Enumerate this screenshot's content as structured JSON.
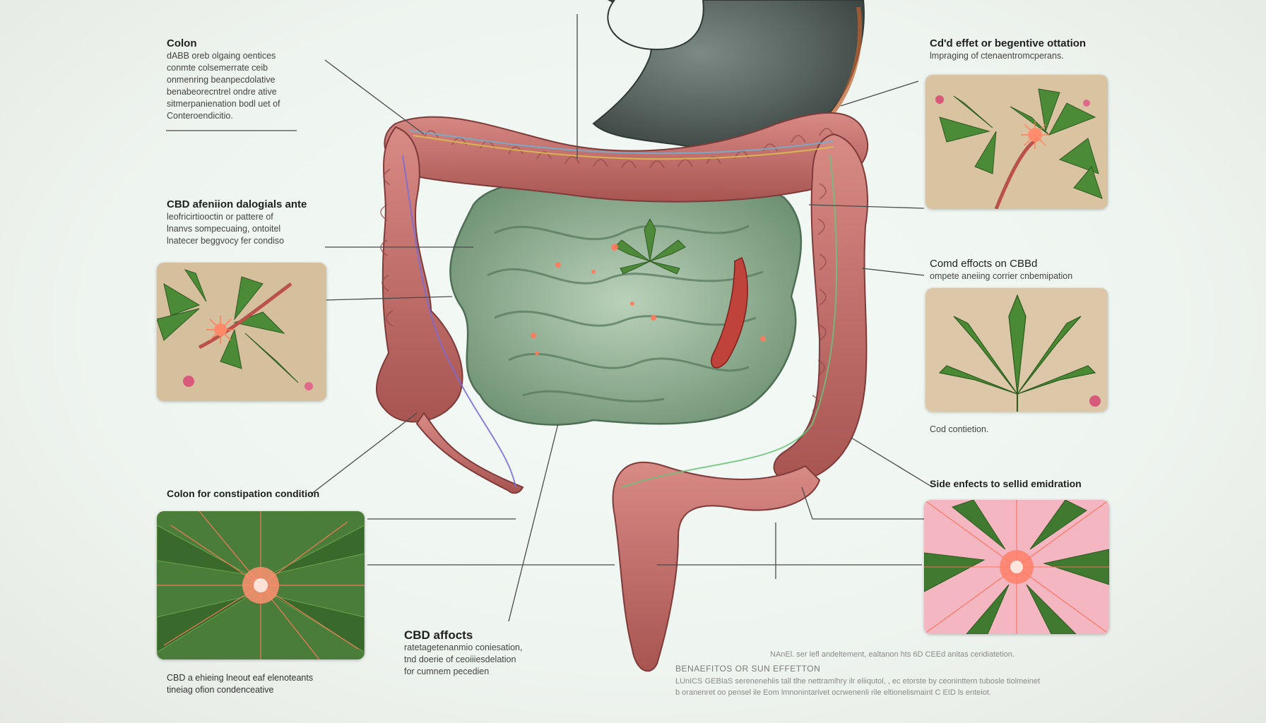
{
  "left_top": {
    "title": "Colon",
    "lines": [
      "dABB oreb olgaing oentices",
      "conmte colsemerrate ceib",
      "onmenring beanpecdolative",
      "benabeorecntrel ondre ative",
      "sitmerpanienation bodl uet of",
      "Conteroendicitio."
    ]
  },
  "left_mid": {
    "title": "CBD afeniion dalogials ante",
    "lines": [
      "leofricirtiooctin or pattere of",
      "lnanvs sompecuaing, ontoitel",
      "lnatecer beggvocy fer condiso"
    ]
  },
  "left_low": {
    "title": "Colon for constipation condition"
  },
  "left_bottom": {
    "lines": [
      "CBD a ehieing lneout eaf elenoteants",
      "tineiag ofion condenceative"
    ]
  },
  "center_bottom": {
    "title": "CBD affocts",
    "lines": [
      "ratetagetenanmio coniesation,",
      "tnd doerie of ceoiiiesdelation",
      "for cumnem pecedien"
    ]
  },
  "right_top": {
    "title": "Cd'd effet or begentive ottation",
    "subtitle": "lmpraging of ctenaentromcperans."
  },
  "right_mid": {
    "title": "Comd effocts on CBBd",
    "subtitle": "ompete aneiing corrier cnbemipation",
    "caption": "Cod contietion."
  },
  "right_low": {
    "title": "Side enfects to sellid emidration"
  },
  "footnote": {
    "top": "NAnEl. ser lefl andeltement, ealtanon hts 6D CEEd anitas ceridiatetion.",
    "heading": "BENAEFITOS OR SUN EFFETTON",
    "line1": "LUnICS GEBIaS serenenehiis tall tlhe nettramlhry ilr eliiqutol, , ec etorste by ceoninttern tubosle tiolmeinet",
    "line2": "b oranenret oo pensel ile Eom lmnonintarivet ocrwenenli rile eltionelismaint C EID ls enteiot."
  },
  "colors": {
    "colon": "#c46f6c",
    "small_intestine": "#8fae92",
    "stomach": "#5a6763",
    "leaf": "#4f8a3a",
    "burst": "#ff7a5c"
  }
}
